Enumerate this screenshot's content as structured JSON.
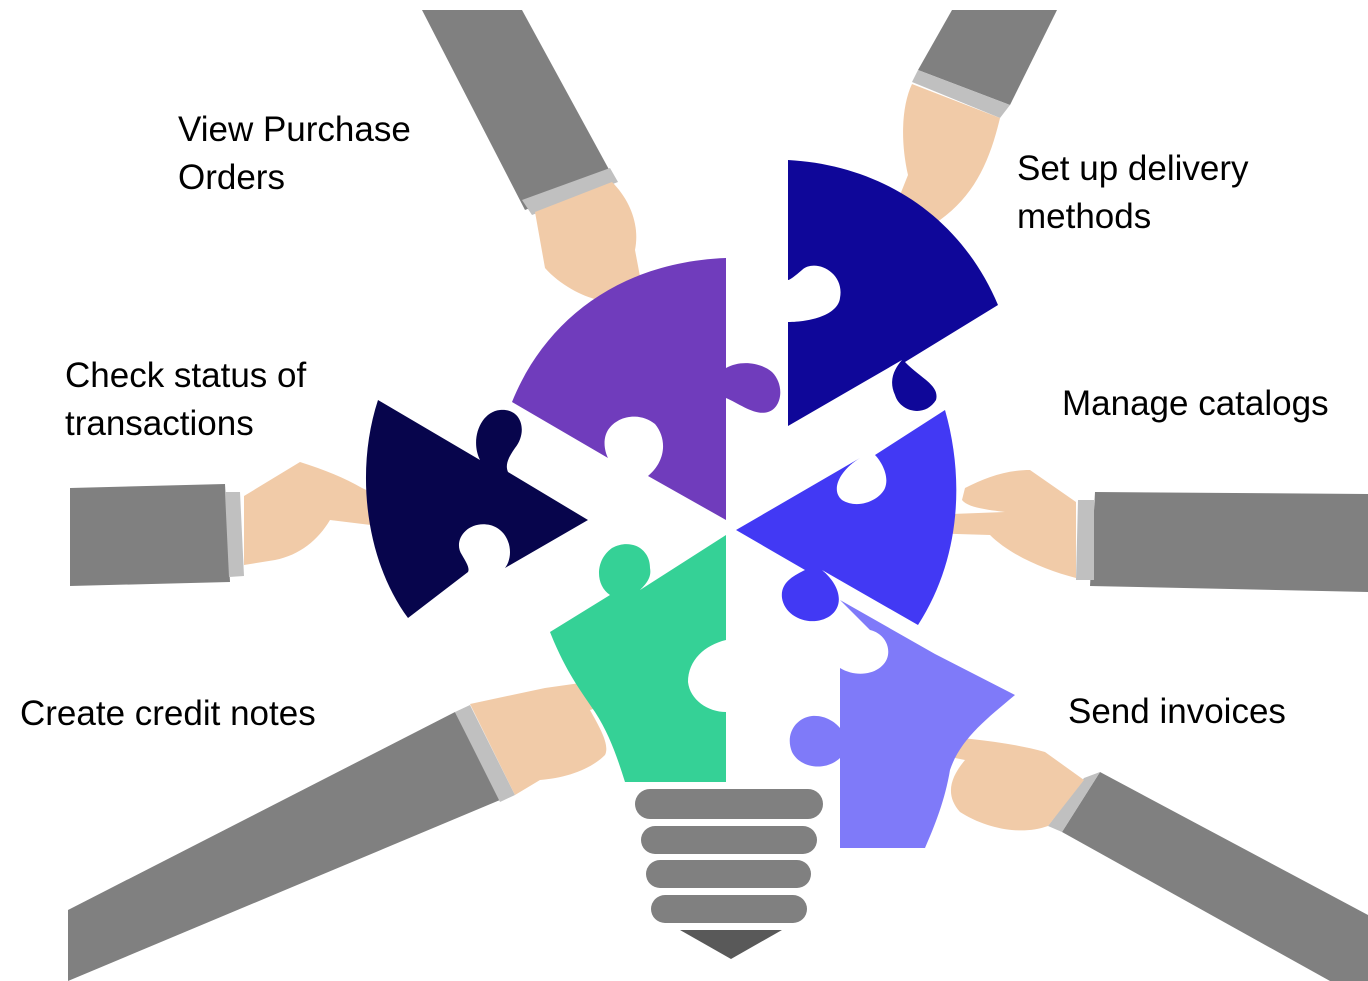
{
  "labels": {
    "view_po": [
      "View Purchase",
      "Orders"
    ],
    "delivery": [
      "Set up delivery",
      "methods"
    ],
    "status": [
      "Check status of",
      "transactions"
    ],
    "catalogs": [
      "Manage catalogs"
    ],
    "credit": [
      "Create credit notes"
    ],
    "invoices": [
      "Send invoices"
    ]
  },
  "colors": {
    "purple": "#703CBC",
    "navy": "#0F0799",
    "dark_navy": "#07054C",
    "blue": "#4239F4",
    "green": "#35D196",
    "lavender": "#7F7AF9",
    "sleeve": "#808080",
    "cuff": "#C0C0C0",
    "skin": "#F1CBA8",
    "bulb_base": "#808080",
    "bulb_tip": "#595959"
  }
}
